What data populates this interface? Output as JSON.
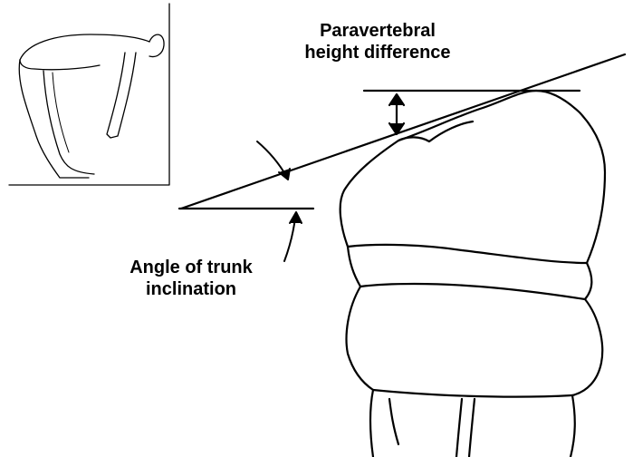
{
  "labels": {
    "paravertebral_line1": "Paravertebral",
    "paravertebral_line2": "height difference",
    "angle_line1": "Angle of trunk",
    "angle_line2": "inclination"
  },
  "colors": {
    "stroke": "#000000",
    "background": "#ffffff"
  }
}
